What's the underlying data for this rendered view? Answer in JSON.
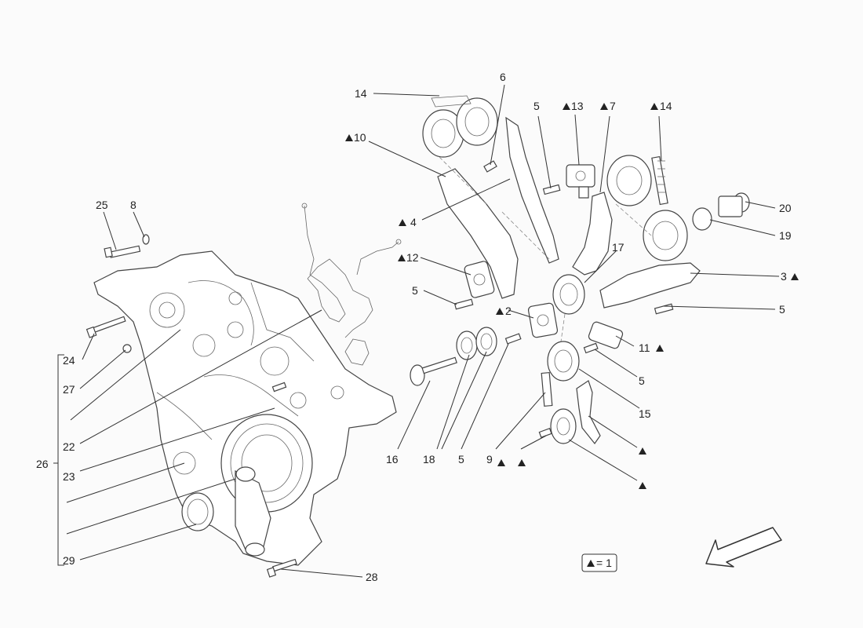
{
  "labels": {
    "l14a": "14",
    "l6": "6",
    "l5a": "5",
    "l13": "13",
    "l7": "7",
    "l14b": "14",
    "l10": "10",
    "l4": "4",
    "l20": "20",
    "l19": "19",
    "l25": "25",
    "l8": "8",
    "l12": "12",
    "l17": "17",
    "l3": "3",
    "l5b": "5",
    "l2": "2",
    "l5c": "5",
    "l11": "11",
    "l5d": "5",
    "l15": "15",
    "l24": "24",
    "l27": "27",
    "l22": "22",
    "l26": "26",
    "l23": "23",
    "l16": "16",
    "l18": "18",
    "l5e": "5",
    "l9": "9",
    "l29": "29",
    "l28": "28"
  },
  "legend": {
    "text": "= 1"
  },
  "icons": {
    "marker": "filled-triangle",
    "direction": "arrow-down-left"
  }
}
